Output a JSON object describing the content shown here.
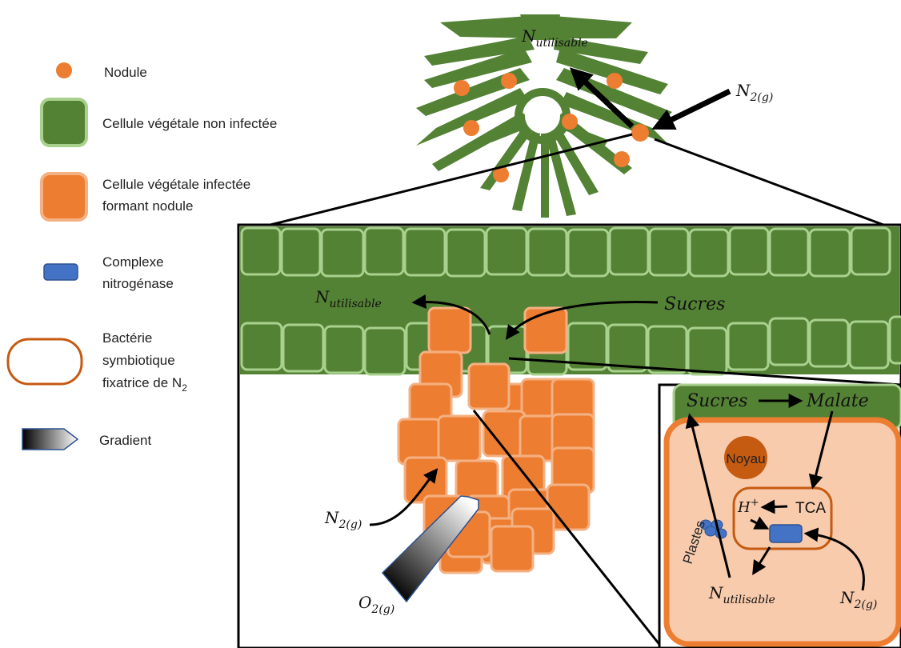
{
  "colors": {
    "plant_green": "#548235",
    "plant_green_border": "#A9D18E",
    "nodule_orange": "#ED7D31",
    "nodule_border": "#F4B183",
    "bacterium_border": "#C55A11",
    "cell_fill": "#F8CBAD",
    "nucleus": "#C55A11",
    "nitrogenase": "#4472C4"
  },
  "legend": {
    "nodule": "Nodule",
    "uninfected_cell": "Cellule végétale non infectée",
    "infected_cell_line1": "Cellule végétale infectée",
    "infected_cell_line2": "formant nodule",
    "complex_line1": "Complexe",
    "complex_line2": "nitrogénase",
    "bacterium_line1": "Bactérie",
    "bacterium_line2": "symbiotique",
    "bacterium_line3": "fixatrice de N",
    "bacterium_sub": "2",
    "gradient": "Gradient"
  },
  "labels": {
    "n_base": "N",
    "utilisable_sub": "utilisable",
    "n2_sub": "2(g)",
    "o_base": "O",
    "o2_sub": "2(g)",
    "sucres": "Sucres",
    "malate": "Malate",
    "noyau": "Noyau",
    "h_base": "H",
    "h_sup": "+",
    "tca": "TCA",
    "plastes": "Plastes"
  }
}
